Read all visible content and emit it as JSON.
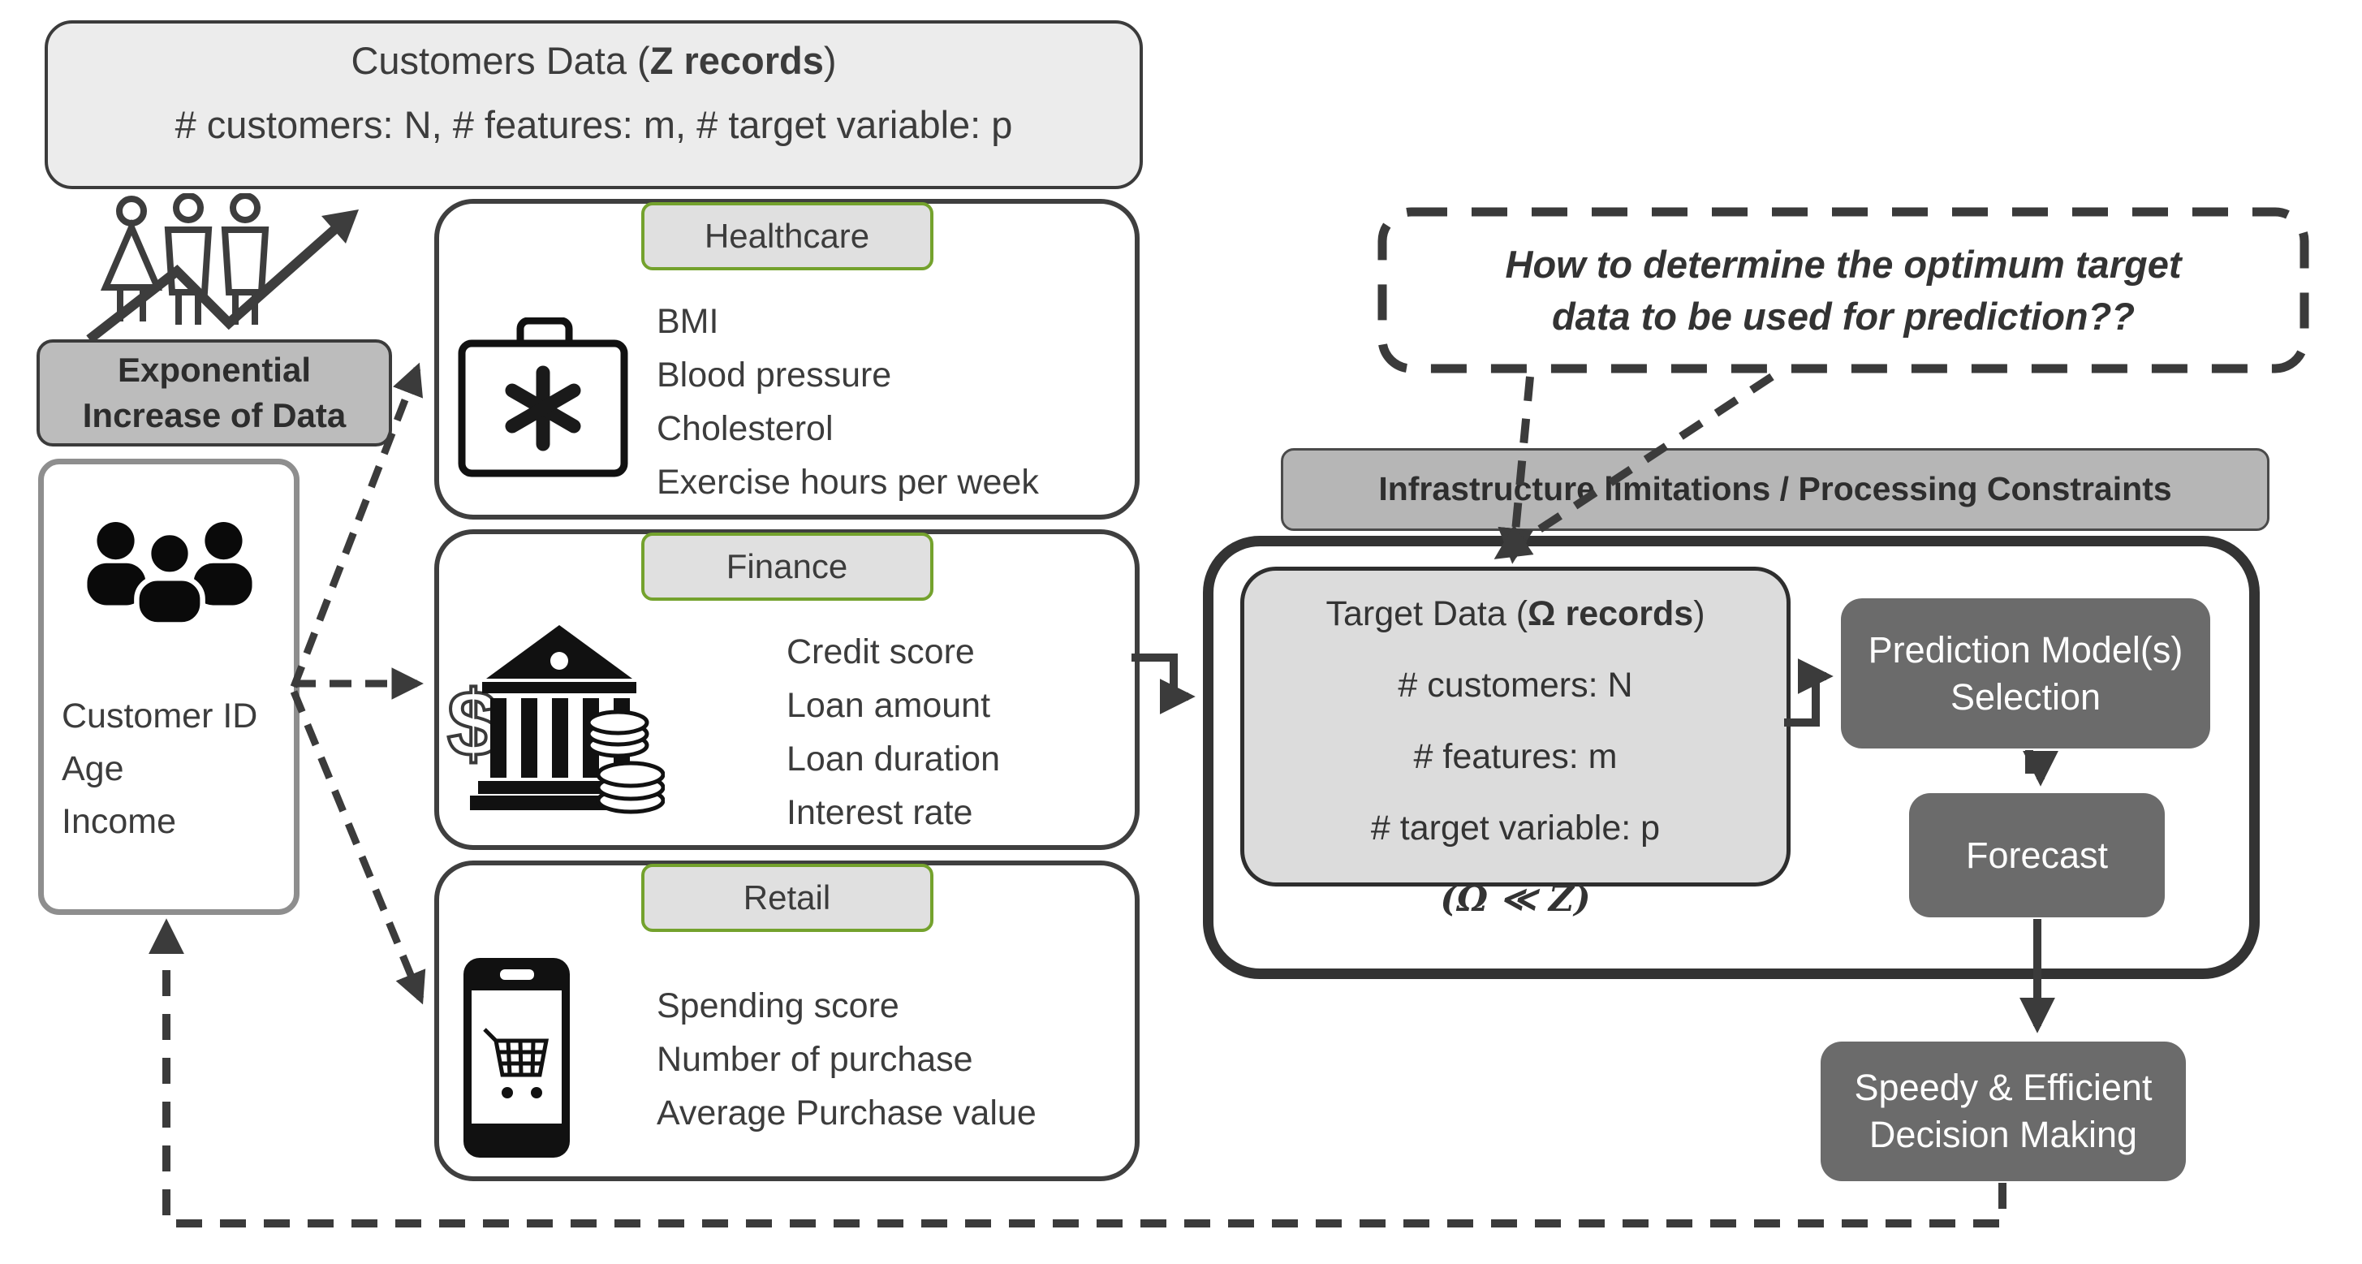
{
  "top_box": {
    "title_prefix": "Customers Data (",
    "title_bold": "Z records",
    "title_suffix": ")",
    "line2": "# customers: N, # features: m, # target variable: p"
  },
  "exponential_label": {
    "line1": "Exponential",
    "line2": "Increase of Data"
  },
  "customer_box": {
    "fields": [
      "Customer ID",
      "Age",
      "Income"
    ]
  },
  "sectors": [
    {
      "title": "Healthcare",
      "items": [
        "BMI",
        "Blood pressure",
        "Cholesterol",
        "Exercise hours per week"
      ]
    },
    {
      "title": "Finance",
      "items": [
        "Credit score",
        "Loan amount",
        "Loan duration",
        "Interest rate"
      ]
    },
    {
      "title": "Retail",
      "items": [
        "Spending score",
        "Number of purchase",
        "Average Purchase value"
      ]
    }
  ],
  "question_box": {
    "line1": "How to determine the optimum target",
    "line2": "data to be used for prediction??"
  },
  "infrastructure_bar": {
    "label": "Infrastructure limitations / Processing Constraints"
  },
  "target_box": {
    "title_prefix": "Target Data (",
    "title_bold": "Ω records",
    "title_suffix": ")",
    "lines": [
      "# customers: N",
      "# features: m",
      "# target variable: p"
    ],
    "footnote": "(Ω ≪ Z)"
  },
  "prediction_box": {
    "line1": "Prediction Model(s)",
    "line2": "Selection"
  },
  "forecast_box": {
    "label": "Forecast"
  },
  "decision_box": {
    "line1": "Speedy & Efficient",
    "line2": "Decision Making"
  },
  "finance_icon": {
    "currency": "$"
  },
  "colors": {
    "line_dark": "#3b3b3b",
    "box_fill_light": "#ececec",
    "label_fill_gray": "#bcbcbc",
    "infra_fill": "#b6b6b6",
    "target_fill": "#dcdcdc",
    "tab_border_green": "#74a22d",
    "process_fill_dark": "#6b6b6b",
    "customer_border_gray": "#8e8e8e"
  }
}
